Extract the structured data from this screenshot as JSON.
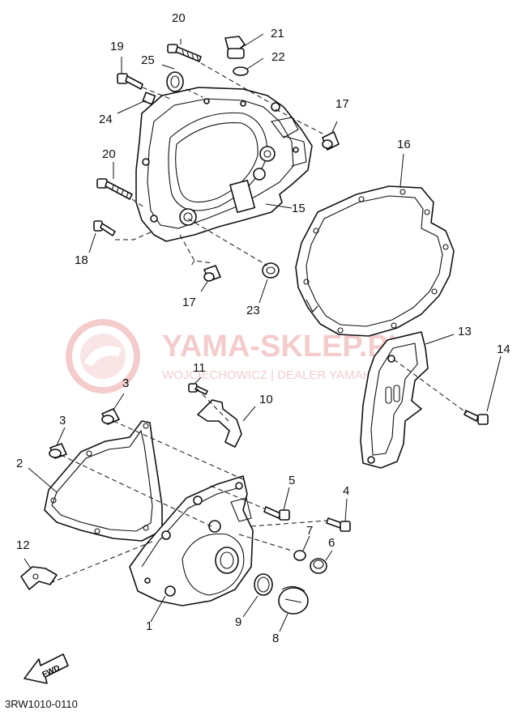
{
  "diagram": {
    "part_code": "3RW1010-0110",
    "fwd_label": "FWD",
    "watermark": {
      "title": "YAMA-SKLEP.PL",
      "subtitle": "WOJCIECHOWICZ | DEALER YAMAHA",
      "color": "#d84a4a"
    },
    "callouts": [
      "1",
      "2",
      "3",
      "3",
      "4",
      "5",
      "6",
      "7",
      "8",
      "9",
      "10",
      "11",
      "12",
      "13",
      "14",
      "15",
      "16",
      "17",
      "17",
      "18",
      "19",
      "20",
      "20",
      "21",
      "22",
      "23",
      "24",
      "25"
    ],
    "line_color": "#111111"
  }
}
